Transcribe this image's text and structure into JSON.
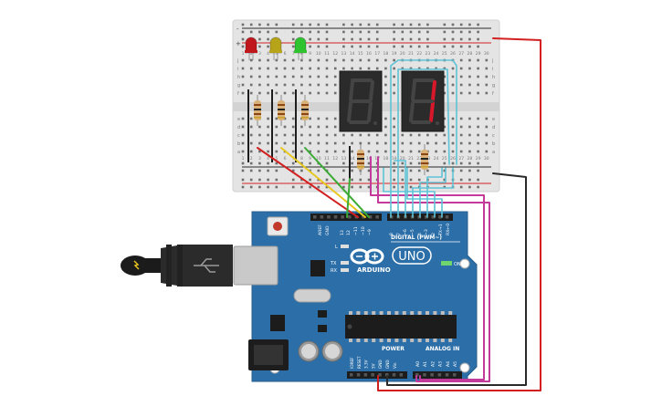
{
  "board": {
    "logo": "ARDUINO",
    "model": "UNO",
    "on_label": "ON",
    "digital_label": "DIGITAL (PWM~)",
    "power_label": "POWER",
    "analog_label": "ANALOG IN",
    "l_label": "L",
    "tx_label": "TX",
    "rx_label": "RX",
    "aref_label": "AREF",
    "gnd_label": "GND",
    "digital_pins": [
      "13",
      "12",
      "~11",
      "~10",
      "~9",
      "8",
      "7",
      "~6",
      "~5",
      "4",
      "~3",
      "2",
      "TX→1",
      "RX←0"
    ],
    "power_pins": [
      "IOREF",
      "RESET",
      "3.3V",
      "5V",
      "GND",
      "GND",
      "Vin"
    ],
    "analog_pins": [
      "A0",
      "A1",
      "A2",
      "A3",
      "A4",
      "A5"
    ]
  },
  "breadboard": {
    "column_numbers": [
      "1",
      "2",
      "3",
      "4",
      "5",
      "6",
      "7",
      "8",
      "9",
      "10",
      "11",
      "12",
      "13",
      "14",
      "15",
      "16",
      "17",
      "18",
      "19",
      "20",
      "21",
      "22",
      "23",
      "24",
      "25",
      "26",
      "27",
      "28",
      "29",
      "30"
    ],
    "row_letters_top": [
      "j",
      "i",
      "h",
      "g",
      "f"
    ],
    "row_letters_bottom": [
      "e",
      "d",
      "c",
      "b",
      "a"
    ],
    "rail_plus": "+",
    "rail_minus": "-"
  },
  "leds": [
    {
      "name": "red",
      "color": "#c0171c"
    },
    {
      "name": "yellow",
      "color": "#b8a418"
    },
    {
      "name": "green",
      "color": "#2fc42f"
    }
  ],
  "displays": [
    {
      "name": "left-seven-segment",
      "lit": ""
    },
    {
      "name": "right-seven-segment",
      "lit": "1"
    }
  ],
  "colors": {
    "board": "#2c6fa8",
    "wire_red": "#d22020",
    "wire_black": "#2a2a2a",
    "wire_yellow": "#e6c81e",
    "wire_green": "#3aaa35",
    "wire_magenta": "#c23a9a",
    "wire_cyan": "#5ec3d6",
    "segment_on": "#d8182a"
  }
}
